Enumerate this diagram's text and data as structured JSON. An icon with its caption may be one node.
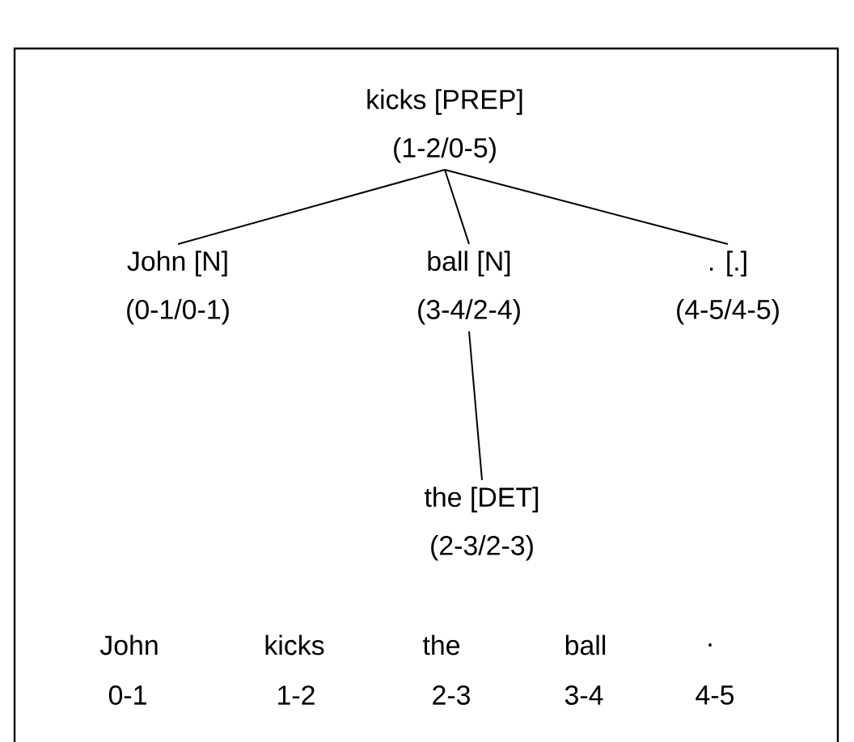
{
  "diagram": {
    "nodes": [
      {
        "text": [
          "kicks [PREP]",
          "(1-2/0-5)"
        ]
      },
      {
        "text": [
          "John [N]",
          "(0-1/0-1)"
        ]
      },
      {
        "text": [
          "ball [N]",
          "(3-4/2-4)"
        ]
      },
      {
        "text": [
          ". [.]",
          "(4-5/4-5)"
        ]
      },
      {
        "text": [
          "the [DET]",
          "(2-3/2-3)"
        ]
      }
    ],
    "edges": [
      {
        "from": 0,
        "to": 1,
        "arrow": "none"
      },
      {
        "from": 0,
        "to": 2,
        "arrow": "none"
      },
      {
        "from": 0,
        "to": 3,
        "arrow": "none"
      },
      {
        "from": 2,
        "to": 4,
        "arrow": "none"
      }
    ],
    "labels": [
      "John",
      "kicks",
      "the",
      "ball",
      ".",
      "0-1",
      "1-2",
      "2-3",
      "3-4",
      "4-5"
    ]
  }
}
